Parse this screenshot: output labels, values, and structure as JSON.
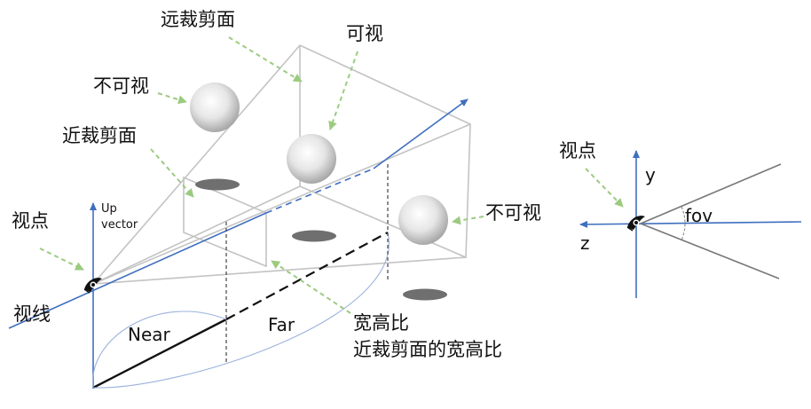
{
  "labels": {
    "far_clip": "远裁剪面",
    "visible": "可视",
    "invisible_top": "不可视",
    "near_clip": "近裁剪面",
    "viewpoint": "视点",
    "up_vector_line1": "Up",
    "up_vector_line2": "vector",
    "line_of_sight": "视线",
    "near": "Near",
    "far": "Far",
    "aspect_line1": "宽高比",
    "aspect_line2": "近裁剪面的宽高比",
    "invisible_right": "不可视"
  },
  "side_view": {
    "viewpoint": "视点",
    "y_axis": "y",
    "z_axis": "z",
    "fov": "fov"
  },
  "icons": [
    "eye-icon"
  ],
  "colors": {
    "axis_blue": "#3f6fbf",
    "frustum_gray": "#c3c3c3",
    "arrow_green": "#9ccb80",
    "shadow": "#6f6f6f",
    "text": "#111111"
  }
}
